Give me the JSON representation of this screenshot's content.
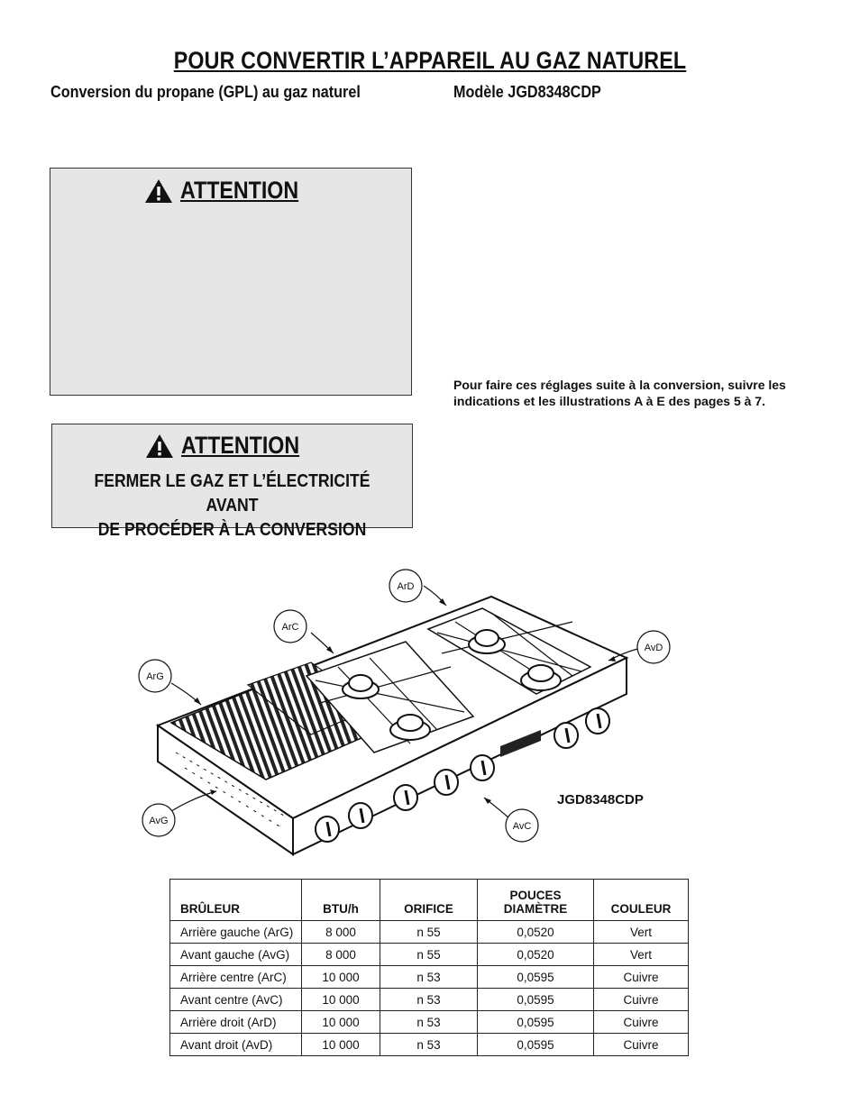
{
  "header": {
    "title": "POUR CONVERTIR L’APPAREIL AU GAZ NATUREL",
    "subtitle_left": "Conversion du propane (GPL) au gaz naturel",
    "subtitle_right": "Modèle JGD8348CDP"
  },
  "warning1": {
    "heading": "ATTENTION",
    "icon": "warning-triangle-icon"
  },
  "warning2": {
    "heading": "ATTENTION",
    "line1": "FERMER LE GAZ ET L’ÉLECTRICITÉ  AVANT",
    "line2": "DE PROCÉDER À LA CONVERSION",
    "icon": "warning-triangle-icon"
  },
  "note": "Pour faire ces réglages suite à la conversion, suivre les indications et les illustrations A à E des pages 5 à 7.",
  "diagram": {
    "model_label": "JGD8348CDP",
    "callouts": {
      "ArD": "ArD",
      "ArC": "ArC",
      "ArG": "ArG",
      "AvD": "AvD",
      "AvG": "AvG",
      "AvC": "AvC"
    }
  },
  "table": {
    "headers": [
      "BRÛLEUR",
      "BTU/h",
      "ORIFICE",
      "POUCES|DIAMÈTRE",
      "COULEUR"
    ],
    "header_pouces_line1": "POUCES",
    "header_pouces_line2": "DIAMÈTRE",
    "rows": [
      [
        "Arrière gauche (ArG)",
        "8 000",
        "n 55",
        "0,0520",
        "Vert"
      ],
      [
        "Avant gauche (AvG)",
        "8 000",
        "n 55",
        "0,0520",
        "Vert"
      ],
      [
        "Arrière centre (ArC)",
        "10 000",
        "n 53",
        "0,0595",
        "Cuivre"
      ],
      [
        "Avant centre (AvC)",
        "10 000",
        "n 53",
        "0,0595",
        "Cuivre"
      ],
      [
        "Arrière droit  (ArD)",
        "10 000",
        "n 53",
        "0,0595",
        "Cuivre"
      ],
      [
        "Avant droit (AvD)",
        "10 000",
        "n 53",
        "0,0595",
        "Cuivre"
      ]
    ]
  }
}
